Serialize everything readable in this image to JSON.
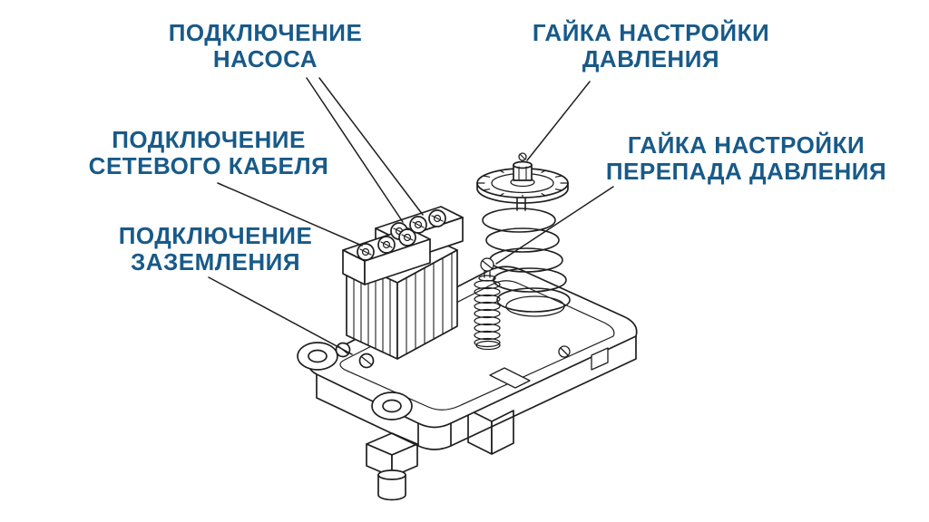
{
  "colors": {
    "label": "#185a88",
    "line": "#1f1f1f",
    "background": "#ffffff"
  },
  "labels": {
    "pump_connection": {
      "line1": "ПОДКЛЮЧЕНИЕ",
      "line2": "НАСОСА"
    },
    "pressure_nut": {
      "line1": "ГАЙКА НАСТРОЙКИ",
      "line2": "ДАВЛЕНИЯ"
    },
    "cable_connection": {
      "line1": "ПОДКЛЮЧЕНИЕ",
      "line2": "СЕТЕВОГО КАБЕЛЯ"
    },
    "differential_nut": {
      "line1": "ГАЙКА НАСТРОЙКИ",
      "line2": "ПЕРЕПАДА ДАВЛЕНИЯ"
    },
    "ground_connection": {
      "line1": "ПОДКЛЮЧЕНИЕ",
      "line2": "ЗАЗЕМЛЕНИЯ"
    }
  }
}
